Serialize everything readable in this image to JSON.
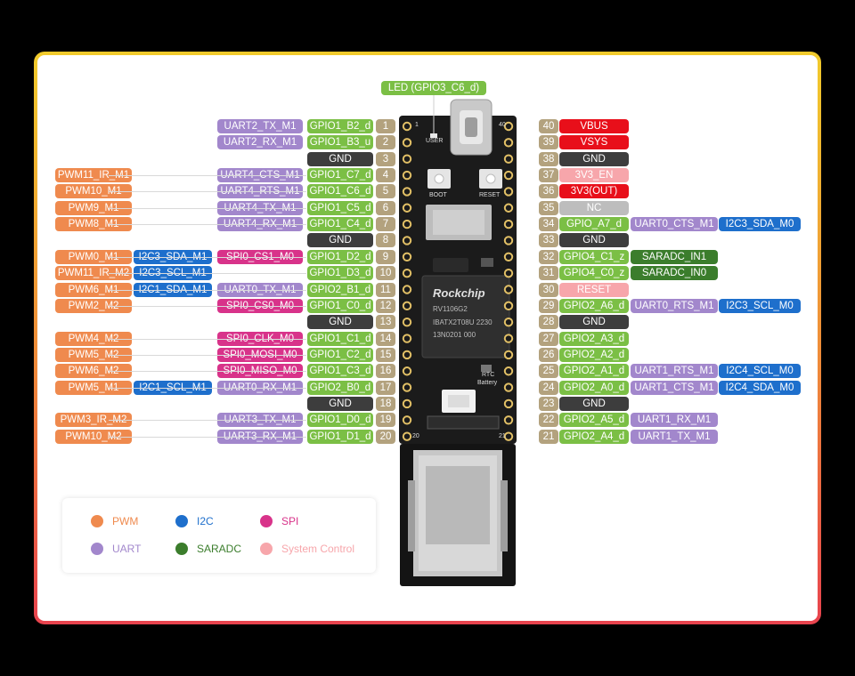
{
  "led_label": "LED (GPIO3_C6_d)",
  "board_text": {
    "user": "USER",
    "boot": "BOOT",
    "reset": "RESET",
    "chip_brand": "Rockchip",
    "chip_line1": "RV1106G2",
    "chip_line2": "IBATX2T08U 2230",
    "chip_line3": "13N0201 000",
    "rtc": "RTC",
    "battery": "Battery",
    "pin_1": "1",
    "pin_20": "20",
    "pin_21": "21",
    "pin_40": "40"
  },
  "left_pins": [
    {
      "num": "1",
      "labels": [
        [
          "gpio",
          "GPIO1_B2_d"
        ],
        [
          "uart",
          "UART2_TX_M1"
        ]
      ]
    },
    {
      "num": "2",
      "labels": [
        [
          "gpio",
          "GPIO1_B3_u"
        ],
        [
          "uart",
          "UART2_RX_M1"
        ]
      ]
    },
    {
      "num": "3",
      "labels": [
        [
          "gnd",
          "GND"
        ]
      ]
    },
    {
      "num": "4",
      "labels": [
        [
          "gpio",
          "GPIO1_C7_d"
        ],
        [
          "uart",
          "UART4_CTS_M1"
        ],
        [
          "pwm",
          "PWM11_IR_M1"
        ]
      ]
    },
    {
      "num": "5",
      "labels": [
        [
          "gpio",
          "GPIO1_C6_d"
        ],
        [
          "uart",
          "UART4_RTS_M1"
        ],
        [
          "pwm",
          "PWM10_M1"
        ]
      ]
    },
    {
      "num": "6",
      "labels": [
        [
          "gpio",
          "GPIO1_C5_d"
        ],
        [
          "uart",
          "UART4_TX_M1"
        ],
        [
          "pwm",
          "PWM9_M1"
        ]
      ]
    },
    {
      "num": "7",
      "labels": [
        [
          "gpio",
          "GPIO1_C4_d"
        ],
        [
          "uart",
          "UART4_RX_M1"
        ],
        [
          "pwm",
          "PWM8_M1"
        ]
      ]
    },
    {
      "num": "8",
      "labels": [
        [
          "gnd",
          "GND"
        ]
      ]
    },
    {
      "num": "9",
      "labels": [
        [
          "gpio",
          "GPIO1_D2_d"
        ],
        [
          "spi",
          "SPI0_CS1_M0"
        ],
        [
          "i2c",
          "I2C3_SDA_M1"
        ],
        [
          "pwm",
          "PWM0_M1"
        ]
      ]
    },
    {
      "num": "10",
      "labels": [
        [
          "gpio",
          "GPIO1_D3_d"
        ],
        [
          "i2c",
          "I2C3_SCL_M1"
        ],
        [
          "pwm",
          "PWM11_IR_M2"
        ]
      ]
    },
    {
      "num": "11",
      "labels": [
        [
          "gpio",
          "GPIO2_B1_d"
        ],
        [
          "uart",
          "UART0_TX_M1"
        ],
        [
          "i2c",
          "I2C1_SDA_M1"
        ],
        [
          "pwm",
          "PWM6_M1"
        ]
      ]
    },
    {
      "num": "12",
      "labels": [
        [
          "gpio",
          "GPIO1_C0_d"
        ],
        [
          "spi",
          "SPI0_CS0_M0"
        ],
        [
          "pwm",
          "PWM2_M2"
        ]
      ]
    },
    {
      "num": "13",
      "labels": [
        [
          "gnd",
          "GND"
        ]
      ]
    },
    {
      "num": "14",
      "labels": [
        [
          "gpio",
          "GPIO1_C1_d"
        ],
        [
          "spi",
          "SPI0_CLK_M0"
        ],
        [
          "pwm",
          "PWM4_M2"
        ]
      ]
    },
    {
      "num": "15",
      "labels": [
        [
          "gpio",
          "GPIO1_C2_d"
        ],
        [
          "spi",
          "SPI0_MOSI_M0"
        ],
        [
          "pwm",
          "PWM5_M2"
        ]
      ]
    },
    {
      "num": "16",
      "labels": [
        [
          "gpio",
          "GPIO1_C3_d"
        ],
        [
          "spi",
          "SPI0_MISO_M0"
        ],
        [
          "pwm",
          "PWM6_M2"
        ]
      ]
    },
    {
      "num": "17",
      "labels": [
        [
          "gpio",
          "GPIO2_B0_d"
        ],
        [
          "uart",
          "UART0_RX_M1"
        ],
        [
          "i2c",
          "I2C1_SCL_M1"
        ],
        [
          "pwm",
          "PWM5_M1"
        ]
      ]
    },
    {
      "num": "18",
      "labels": [
        [
          "gnd",
          "GND"
        ]
      ]
    },
    {
      "num": "19",
      "labels": [
        [
          "gpio",
          "GPIO1_D0_d"
        ],
        [
          "uart",
          "UART3_TX_M1"
        ],
        [
          "pwm",
          "PWM3_IR_M2"
        ]
      ]
    },
    {
      "num": "20",
      "labels": [
        [
          "gpio",
          "GPIO1_D1_d"
        ],
        [
          "uart",
          "UART3_RX_M1"
        ],
        [
          "pwm",
          "PWM10_M2"
        ]
      ]
    }
  ],
  "right_pins": [
    {
      "num": "40",
      "labels": [
        [
          "power",
          "VBUS"
        ]
      ]
    },
    {
      "num": "39",
      "labels": [
        [
          "power",
          "VSYS"
        ]
      ]
    },
    {
      "num": "38",
      "labels": [
        [
          "gnd",
          "GND"
        ]
      ]
    },
    {
      "num": "37",
      "labels": [
        [
          "sys",
          "3V3_EN"
        ]
      ]
    },
    {
      "num": "36",
      "labels": [
        [
          "power",
          "3V3(OUT)"
        ]
      ]
    },
    {
      "num": "35",
      "labels": [
        [
          "nc",
          "NC"
        ]
      ]
    },
    {
      "num": "34",
      "labels": [
        [
          "gpio",
          "GPIO_A7_d"
        ],
        [
          "uart",
          "UART0_CTS_M1"
        ],
        [
          "i2c",
          "I2C3_SDA_M0"
        ]
      ]
    },
    {
      "num": "33",
      "labels": [
        [
          "gnd",
          "GND"
        ]
      ]
    },
    {
      "num": "32",
      "labels": [
        [
          "gpio",
          "GPIO4_C1_z"
        ],
        [
          "saradc",
          "SARADC_IN1"
        ]
      ]
    },
    {
      "num": "31",
      "labels": [
        [
          "gpio",
          "GPIO4_C0_z"
        ],
        [
          "saradc",
          "SARADC_IN0"
        ]
      ]
    },
    {
      "num": "30",
      "labels": [
        [
          "sys",
          "RESET"
        ]
      ]
    },
    {
      "num": "29",
      "labels": [
        [
          "gpio",
          "GPIO2_A6_d"
        ],
        [
          "uart",
          "UART0_RTS_M1"
        ],
        [
          "i2c",
          "I2C3_SCL_M0"
        ]
      ]
    },
    {
      "num": "28",
      "labels": [
        [
          "gnd",
          "GND"
        ]
      ]
    },
    {
      "num": "27",
      "labels": [
        [
          "gpio",
          "GPIO2_A3_d"
        ]
      ]
    },
    {
      "num": "26",
      "labels": [
        [
          "gpio",
          "GPIO2_A2_d"
        ]
      ]
    },
    {
      "num": "25",
      "labels": [
        [
          "gpio",
          "GPIO2_A1_d"
        ],
        [
          "uart",
          "UART1_RTS_M1"
        ],
        [
          "i2c",
          "I2C4_SCL_M0"
        ]
      ]
    },
    {
      "num": "24",
      "labels": [
        [
          "gpio",
          "GPIO2_A0_d"
        ],
        [
          "uart",
          "UART1_CTS_M1"
        ],
        [
          "i2c",
          "I2C4_SDA_M0"
        ]
      ]
    },
    {
      "num": "23",
      "labels": [
        [
          "gnd",
          "GND"
        ]
      ]
    },
    {
      "num": "22",
      "labels": [
        [
          "gpio",
          "GPIO2_A5_d"
        ],
        [
          "uart",
          "UART1_RX_M1"
        ]
      ]
    },
    {
      "num": "21",
      "labels": [
        [
          "gpio",
          "GPIO2_A4_d"
        ],
        [
          "uart",
          "UART1_TX_M1"
        ]
      ]
    }
  ],
  "legend": [
    {
      "key": "pwm",
      "label": "PWM",
      "color": "#ef8a4e"
    },
    {
      "key": "i2c",
      "label": "I2C",
      "color": "#1e6fcc"
    },
    {
      "key": "spi",
      "label": "SPI",
      "color": "#d8338a"
    },
    {
      "key": "uart",
      "label": "UART",
      "color": "#a287cc"
    },
    {
      "key": "saradc",
      "label": "SARADC",
      "color": "#3b7d2c"
    },
    {
      "key": "sys",
      "label": "System Control",
      "color": "#f7a6ab"
    }
  ]
}
